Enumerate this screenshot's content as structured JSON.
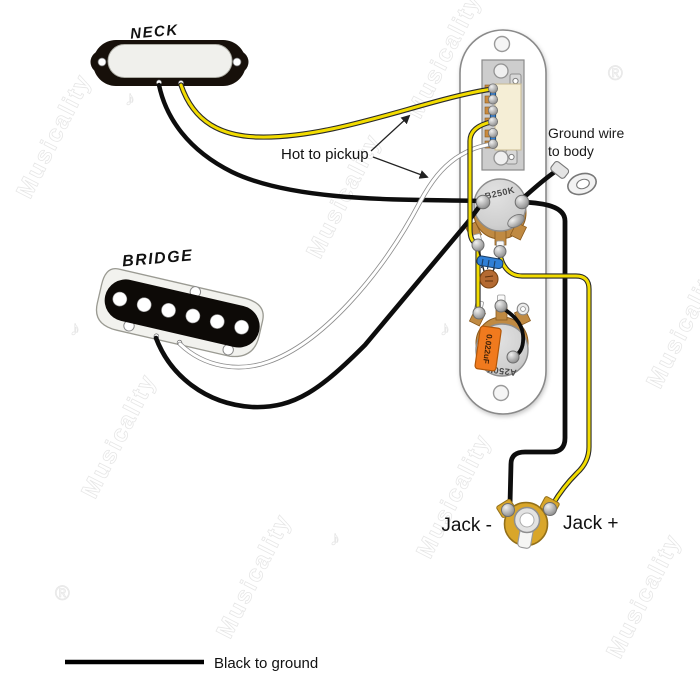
{
  "labels": {
    "neck": "NECK",
    "bridge": "BRIDGE",
    "hot_to_pickup": "Hot to pickup",
    "ground_wire_line1": "Ground wire",
    "ground_wire_line2": "to body",
    "jack_minus": "Jack -",
    "jack_plus": "Jack +",
    "legend_black_to_ground": "Black to ground"
  },
  "components": {
    "volume_pot": "B250K",
    "tone_pot": "A250K",
    "tone_capacitor": "0.022uF"
  },
  "colors": {
    "hot_wire_yellow": "#f2dc00",
    "bridge_hot_white": "#ffffff",
    "ground_black": "#0d0d0d",
    "switch_jumper_blue": "#2f7fd6",
    "capacitor_orange": "#f07a1e",
    "disc_cap_brown": "#b46a32",
    "jack_gold": "#d9a62a",
    "pot_copper": "#c08a42"
  },
  "watermark": {
    "text": "Musicality",
    "symbol_note": "♪",
    "symbol_reg": "®"
  }
}
